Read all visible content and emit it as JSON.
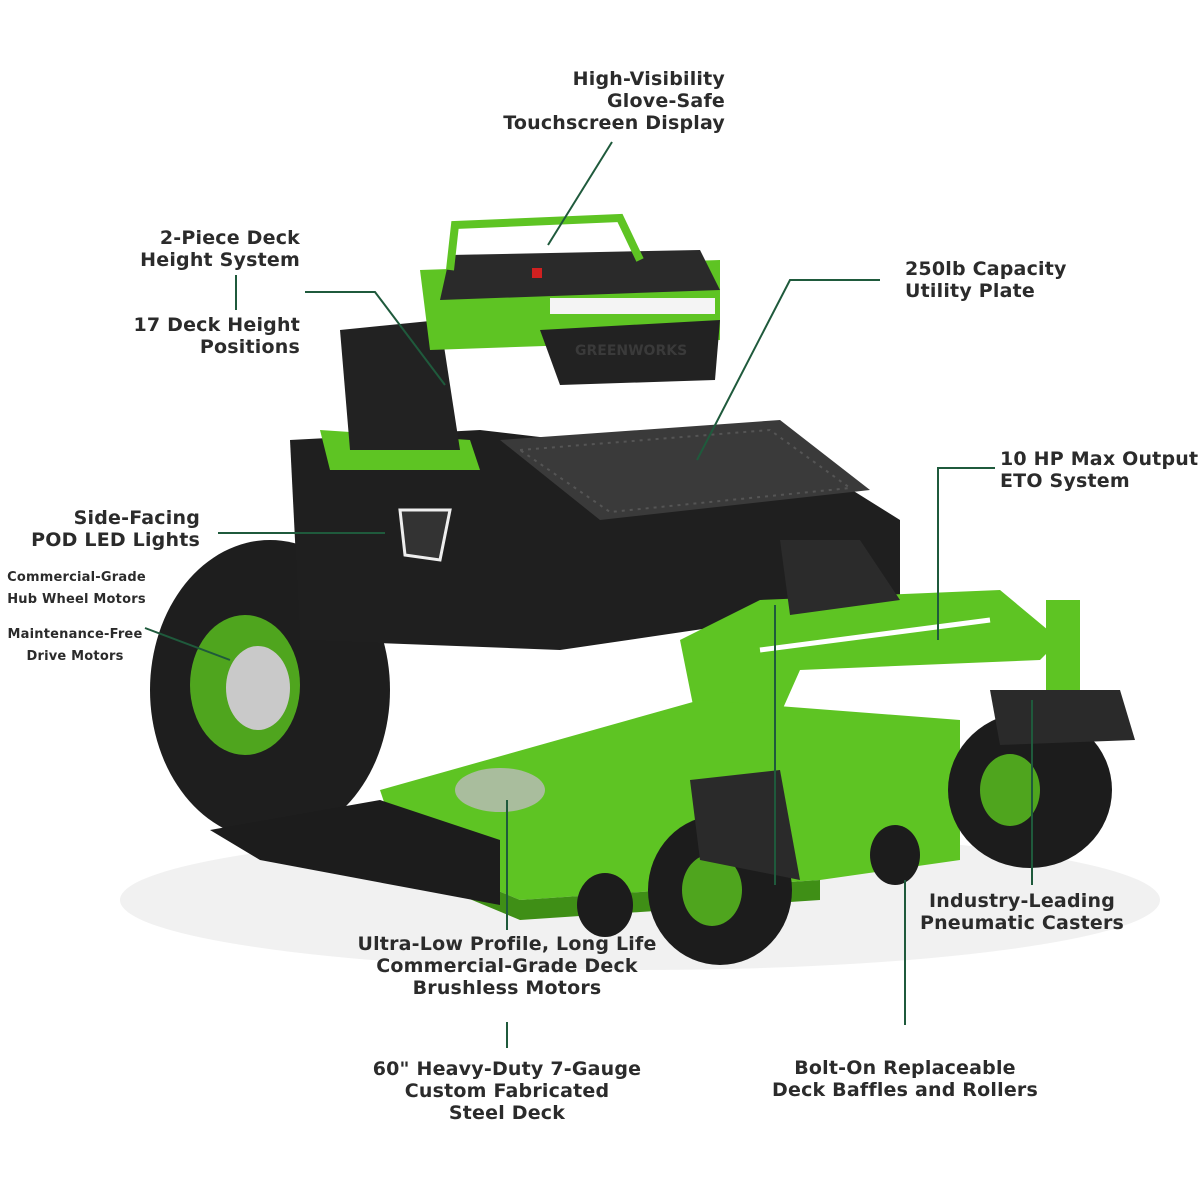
{
  "logo_text": "GREENWORKS",
  "colors": {
    "green": "#5ec423",
    "dark_green": "#2f7a12",
    "black": "#1c1c1c",
    "callout_line": "#1f5a3c",
    "text": "#2b2b2b"
  },
  "callouts": {
    "display": [
      "High-Visibility",
      "Glove-Safe",
      "Touchscreen Display"
    ],
    "deck_height_system": [
      "2-Piece Deck",
      "Height System"
    ],
    "deck_height_positions": [
      "17 Deck Height",
      "Positions"
    ],
    "utility_plate": [
      "250lb Capacity",
      "Utility Plate"
    ],
    "eto": [
      "10 HP Max Output",
      "ETO System"
    ],
    "led": [
      "Side-Facing",
      "POD LED Lights"
    ],
    "hub_motors": [
      "Commercial-Grade",
      "Hub Wheel Motors"
    ],
    "drive_motors": [
      "Maintenance-Free",
      "Drive Motors"
    ],
    "deck_motors": [
      "Ultra-Low Profile, Long Life",
      "Commercial-Grade Deck",
      "Brushless Motors"
    ],
    "steel_deck": [
      "60\" Heavy-Duty 7-Gauge",
      "Custom Fabricated",
      "Steel Deck"
    ],
    "casters": [
      "Industry-Leading",
      "Pneumatic Casters"
    ],
    "baffles": [
      "Bolt-On Replaceable",
      "Deck Baffles and Rollers"
    ]
  }
}
